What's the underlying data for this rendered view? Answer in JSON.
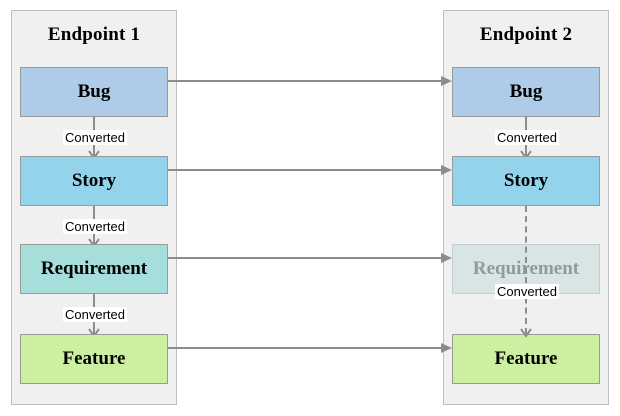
{
  "diagram": {
    "title_left": "Endpoint 1",
    "title_right": "Endpoint 2",
    "label_converted": "Converted",
    "colors": {
      "bug": "#aecbe8",
      "story": "#93d3ec",
      "requirement": "#a5dedb",
      "feature": "#cdefa2",
      "requirement_disabled": "#d9e4e4",
      "connector": "#8c8c8c",
      "panel_background": "#f0f0f0",
      "panel_border": "#bfbfbf",
      "node_border": "#9a9a9a",
      "canvas_background": "#ffffff"
    }
  },
  "endpoint1": {
    "title": "Endpoint 1",
    "nodes": [
      {
        "label": "Bug",
        "state": "enabled"
      },
      {
        "label": "Story",
        "state": "enabled"
      },
      {
        "label": "Requirement",
        "state": "enabled"
      },
      {
        "label": "Feature",
        "state": "enabled"
      }
    ],
    "connectors": [
      {
        "from": "Bug",
        "to": "Story",
        "label": "Converted",
        "style": "solid"
      },
      {
        "from": "Story",
        "to": "Requirement",
        "label": "Converted",
        "style": "solid"
      },
      {
        "from": "Requirement",
        "to": "Feature",
        "label": "Converted",
        "style": "solid"
      }
    ]
  },
  "endpoint2": {
    "title": "Endpoint 2",
    "nodes": [
      {
        "label": "Bug",
        "state": "enabled"
      },
      {
        "label": "Story",
        "state": "enabled"
      },
      {
        "label": "Requirement",
        "state": "disabled"
      },
      {
        "label": "Feature",
        "state": "enabled"
      }
    ],
    "connectors": [
      {
        "from": "Bug",
        "to": "Story",
        "label": "Converted",
        "style": "solid"
      },
      {
        "from": "Story",
        "to": "Feature",
        "label": "Converted",
        "style": "dashed"
      }
    ]
  },
  "mappings": [
    {
      "source": "Bug",
      "target": "Bug"
    },
    {
      "source": "Story",
      "target": "Story"
    },
    {
      "source": "Requirement",
      "target": "Requirement"
    },
    {
      "source": "Feature",
      "target": "Feature"
    }
  ]
}
